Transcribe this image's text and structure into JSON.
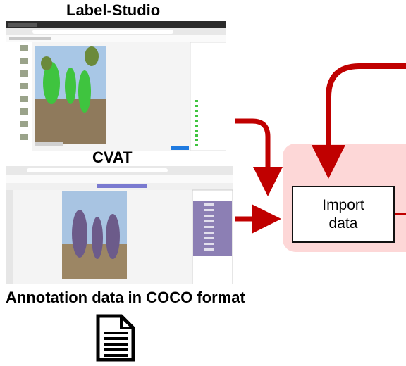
{
  "titles": {
    "label_studio": "Label-Studio",
    "cvat": "CVAT",
    "coco": "Annotation data in COCO format"
  },
  "import_box": {
    "line1": "Import",
    "line2": "data"
  },
  "colors": {
    "arrow": "#c00000",
    "import_bg": "#fdd7d7",
    "cvat_panel": "#8c7fb4",
    "plant_green": "#3fc43f"
  },
  "icons": {
    "document": "document-icon"
  }
}
